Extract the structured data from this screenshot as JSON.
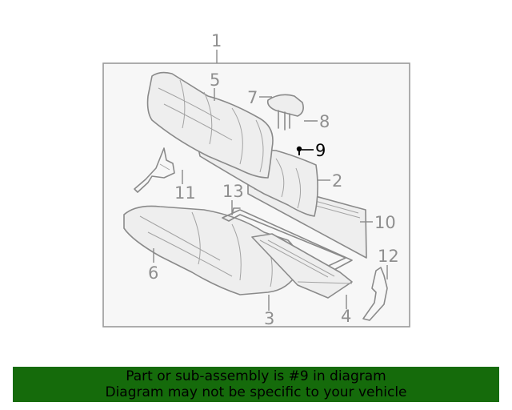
{
  "diagram": {
    "callouts": {
      "c1": "1",
      "c2": "2",
      "c3": "3",
      "c4": "4",
      "c5": "5",
      "c6": "6",
      "c7": "7",
      "c8": "8",
      "c9": "9",
      "c10": "10",
      "c11": "11",
      "c12": "12",
      "c13": "13"
    },
    "highlighted_part": "9",
    "colors": {
      "frame": "#9a9a9a",
      "part_stroke": "#8a8a8a",
      "callout_text": "#8f8f8f",
      "highlight": "#000000",
      "banner_bg": "#156b0b"
    }
  },
  "banner": {
    "line1": "Part or sub-assembly is #9 in diagram",
    "line2": "Diagram may not be specific to your vehicle"
  }
}
